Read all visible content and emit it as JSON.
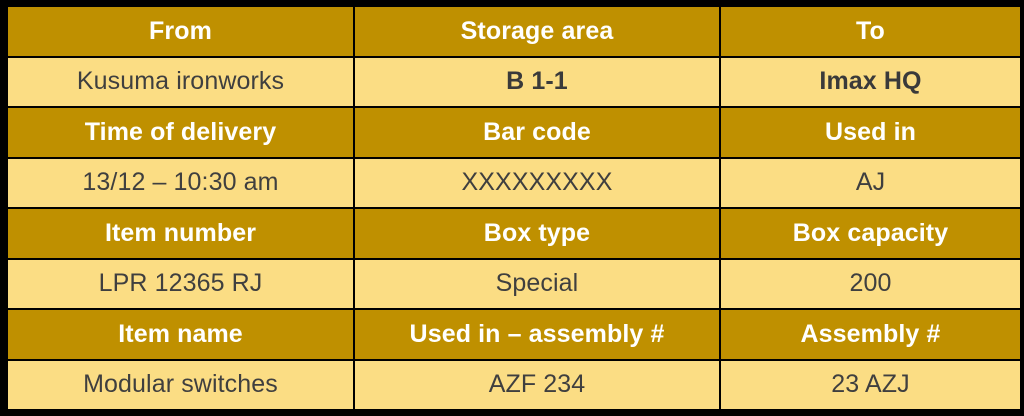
{
  "table": {
    "colors": {
      "header_bg": "#BF9000",
      "header_text": "#FFFFFF",
      "data_bg": "#FBDD84",
      "data_text": "#3F3F3F",
      "grid_border": "#000000"
    },
    "columns": 3,
    "rows": [
      {
        "type": "header",
        "cells": [
          "From",
          "Storage area",
          "To"
        ]
      },
      {
        "type": "data",
        "cells": [
          "Kusuma ironworks",
          "B 1-1",
          "Imax HQ"
        ],
        "bold": [
          false,
          true,
          true
        ]
      },
      {
        "type": "header",
        "cells": [
          "Time of delivery",
          "Bar code",
          "Used in"
        ]
      },
      {
        "type": "data",
        "cells": [
          "13/12 – 10:30 am",
          "XXXXXXXXX",
          "AJ"
        ],
        "bold": [
          false,
          false,
          false
        ]
      },
      {
        "type": "header",
        "cells": [
          "Item number",
          "Box type",
          "Box capacity"
        ]
      },
      {
        "type": "data",
        "cells": [
          "LPR 12365 RJ",
          "Special",
          "200"
        ],
        "bold": [
          false,
          false,
          false
        ]
      },
      {
        "type": "header",
        "cells": [
          "Item name",
          "Used in – assembly #",
          "Assembly #"
        ]
      },
      {
        "type": "data",
        "cells": [
          "Modular switches",
          "AZF 234",
          "23 AZJ"
        ],
        "bold": [
          false,
          false,
          false
        ]
      }
    ]
  }
}
